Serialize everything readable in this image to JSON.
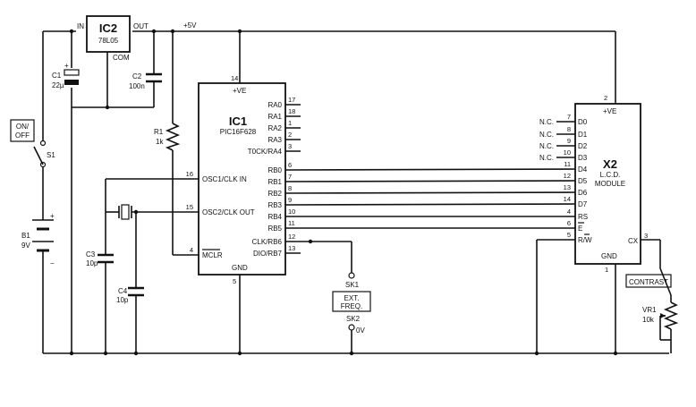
{
  "ic2": {
    "ref": "IC2",
    "part": "78L05",
    "in": "IN",
    "out": "OUT",
    "com": "COM"
  },
  "supply": {
    "rail": "+5V"
  },
  "ic1": {
    "ref": "IC1",
    "part": "PIC16F628",
    "ve": "+VE",
    "gnd": "GND",
    "pins_left": [
      {
        "num": "16",
        "name": "OSC1/CLK IN"
      },
      {
        "num": "15",
        "name": "OSC2/CLK OUT"
      },
      {
        "num": "4",
        "name": "MCLR"
      }
    ],
    "pins_right": [
      {
        "num": "17",
        "name": "RA0"
      },
      {
        "num": "18",
        "name": "RA1"
      },
      {
        "num": "1",
        "name": "RA2"
      },
      {
        "num": "2",
        "name": "RA3"
      },
      {
        "num": "3",
        "name": "T0CK/RA4"
      },
      {
        "num": "6",
        "name": "RB0"
      },
      {
        "num": "7",
        "name": "RB1"
      },
      {
        "num": "8",
        "name": "RB2"
      },
      {
        "num": "9",
        "name": "RB3"
      },
      {
        "num": "10",
        "name": "RB4"
      },
      {
        "num": "11",
        "name": "RB5"
      },
      {
        "num": "12",
        "name": "CLK/RB6"
      },
      {
        "num": "13",
        "name": "DIO/RB7"
      }
    ],
    "pin_top": "14",
    "pin_bottom": "5"
  },
  "x2": {
    "ref": "X2",
    "line1": "L.C.D.",
    "line2": "MODULE",
    "ve": "+VE",
    "gnd": "GND",
    "cx": "CX",
    "pin_top": "2",
    "pin_bottom": "1",
    "pin_cx": "3",
    "pins": [
      {
        "num": "7",
        "name": "D0",
        "nc": "N.C."
      },
      {
        "num": "8",
        "name": "D1",
        "nc": "N.C."
      },
      {
        "num": "9",
        "name": "D2",
        "nc": "N.C."
      },
      {
        "num": "10",
        "name": "D3",
        "nc": "N.C."
      },
      {
        "num": "11",
        "name": "D4",
        "nc": ""
      },
      {
        "num": "12",
        "name": "D5",
        "nc": ""
      },
      {
        "num": "13",
        "name": "D6",
        "nc": ""
      },
      {
        "num": "14",
        "name": "D7",
        "nc": ""
      },
      {
        "num": "4",
        "name": "RS",
        "nc": ""
      },
      {
        "num": "6",
        "name": "E",
        "nc": ""
      },
      {
        "num": "5",
        "name": "R/W",
        "nc": ""
      }
    ]
  },
  "components": {
    "c1": {
      "ref": "C1",
      "value": "22µ"
    },
    "c2": {
      "ref": "C2",
      "value": "100n"
    },
    "c3": {
      "ref": "C3",
      "value": "10p"
    },
    "c4": {
      "ref": "C4",
      "value": "10p"
    },
    "r1": {
      "ref": "R1",
      "value": "1k"
    },
    "b1": {
      "ref": "B1",
      "value": "9V"
    },
    "s1": {
      "ref": "S1",
      "label1": "ON/",
      "label2": "OFF"
    },
    "vr1": {
      "ref": "VR1",
      "value": "10k",
      "label": "CONTRAST"
    },
    "sk1": {
      "ref": "SK1",
      "label1": "EXT.",
      "label2": "FREQ."
    },
    "sk2": {
      "ref": "SK2",
      "label": "0V"
    }
  },
  "colors": {
    "ink": "#111111",
    "paper": "#ffffff"
  }
}
